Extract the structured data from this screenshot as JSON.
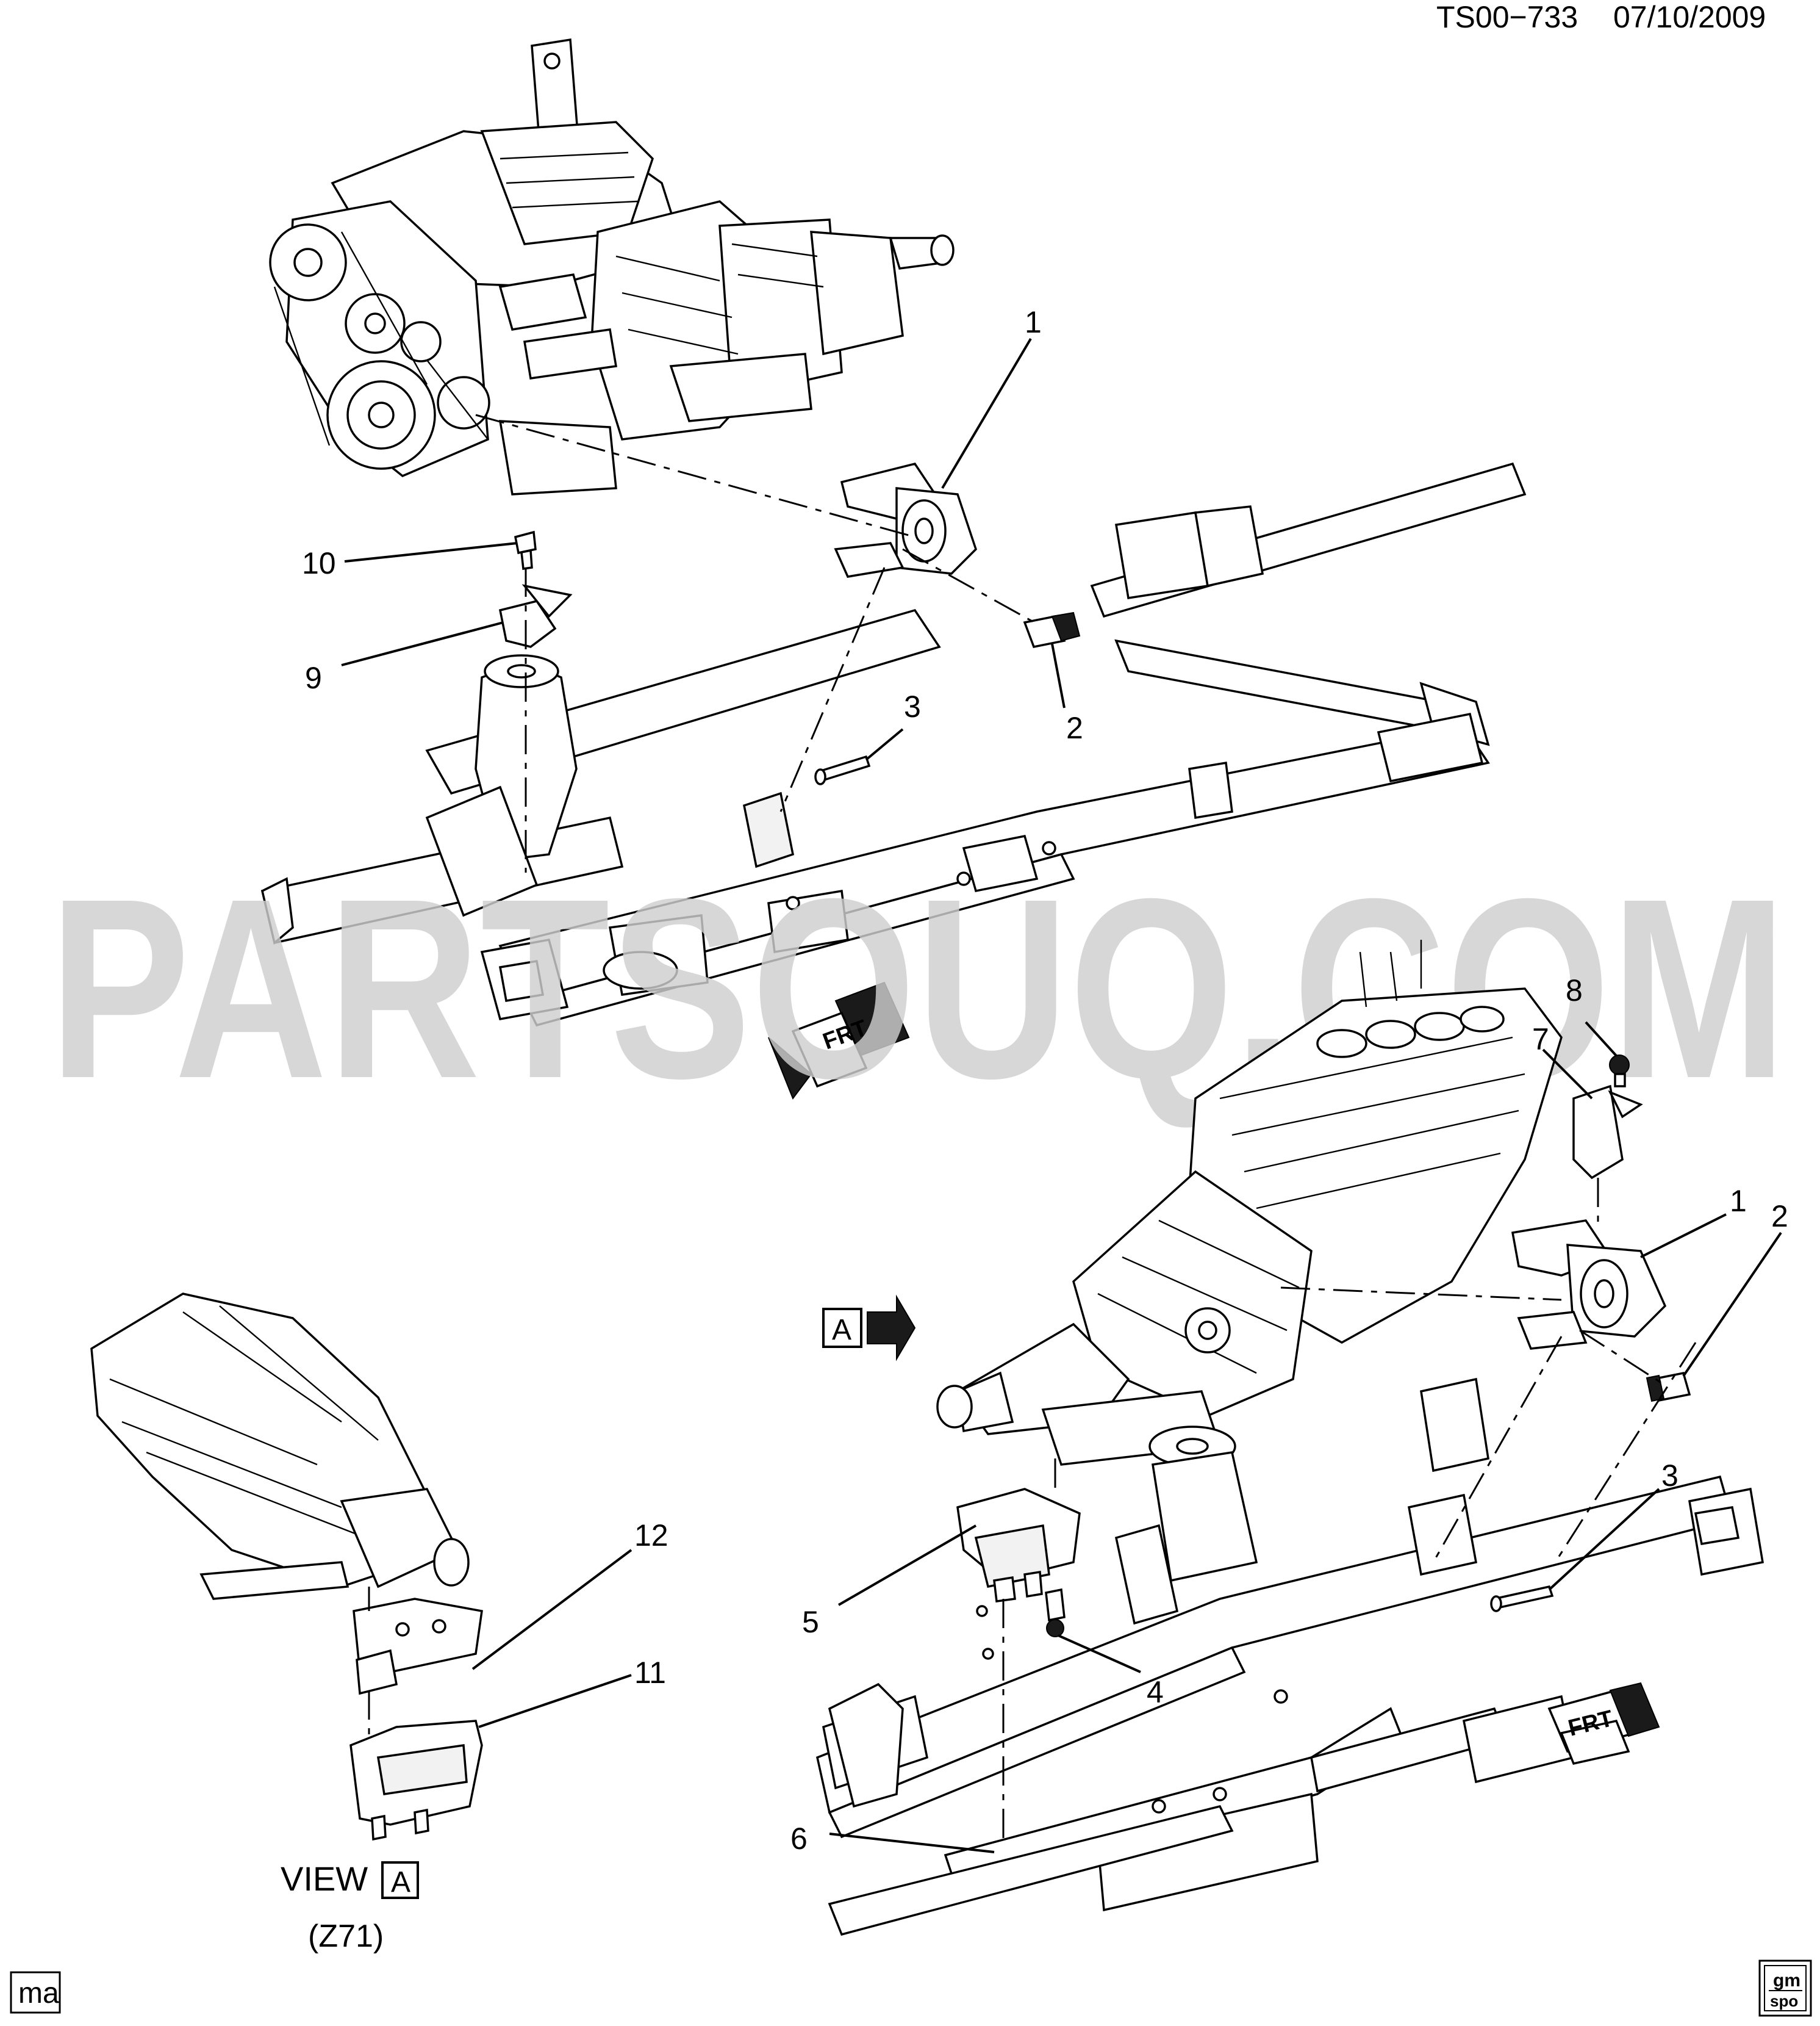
{
  "header": {
    "drawing_id": "TS00−733",
    "date": "07/10/2009"
  },
  "watermark": "PARTSOUQ.COM",
  "callouts_upper": [
    "1",
    "2",
    "3",
    "9",
    "10"
  ],
  "callouts_lower": [
    "1",
    "2",
    "3",
    "4",
    "5",
    "6",
    "7",
    "8"
  ],
  "callouts_view_a": [
    "11",
    "12"
  ],
  "view_a": {
    "label": "VIEW",
    "marker": "A",
    "code": "(Z71)"
  },
  "front_arrow": "FRT",
  "corner_code": "ma",
  "logo_text": {
    "top": "gm",
    "bottom": "spo"
  }
}
